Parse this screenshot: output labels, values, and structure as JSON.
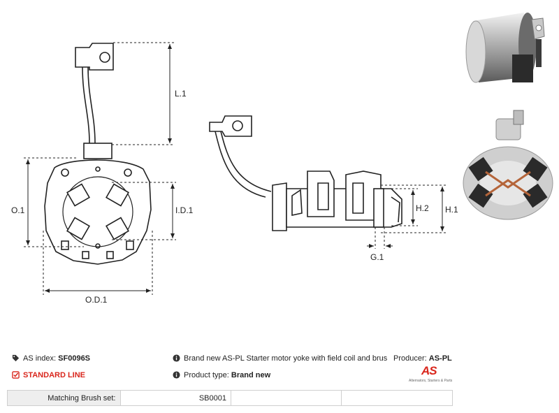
{
  "drawing": {
    "labels": {
      "l1": "L.1",
      "o1": "O.1",
      "id1": "I.D.1",
      "od1": "O.D.1",
      "h1": "H.1",
      "h2": "H.2",
      "g1": "G.1"
    }
  },
  "info": {
    "as_index_label": "AS index:",
    "as_index_value": "SF0096S",
    "line_label": "STANDARD LINE",
    "description": "Brand new AS-PL Starter motor yoke with field coil and brus",
    "producer_label": "Producer:",
    "producer_value": "AS-PL",
    "product_type_label": "Product type:",
    "product_type_value": "Brand new"
  },
  "logo": {
    "mark": "AS",
    "tagline": "Alternators, Starters & Parts"
  },
  "matching": {
    "label": "Matching Brush set:",
    "value": "SB0001"
  },
  "colors": {
    "accent_red": "#d9261c",
    "table_header_bg": "#eeeeee"
  },
  "icons": [
    "tag-icon",
    "checkbox-icon",
    "info-icon",
    "info-icon"
  ]
}
